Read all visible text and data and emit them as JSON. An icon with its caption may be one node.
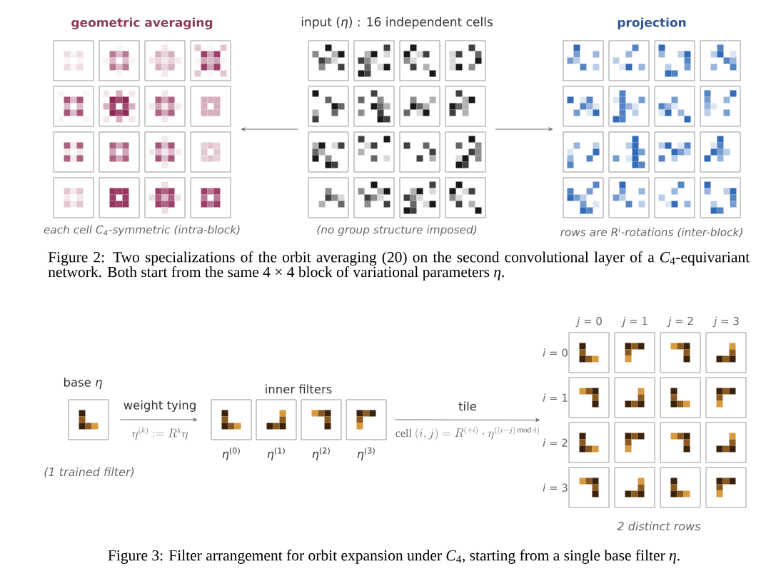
{
  "diagram": {
    "nodes": [
      {
        "text": [
          "geometric averaging"
        ],
        "beside": [
          "each cell *C*$_{4}$-symmetric (intra-block)"
        ]
      },
      {
        "text": [
          "input (*η*) : 16 independent cells"
        ],
        "beside": [
          "(no group structure imposed)"
        ]
      },
      {
        "text": [
          "projection"
        ],
        "beside": [
          "rows are *R*$^{i}$-rotations (inter-block)"
        ]
      },
      {
        "text": [
          "base *η*"
        ],
        "beside": [
          "(1 trained filter)"
        ]
      },
      {
        "text": [],
        "shape": "picture",
        "beside": [
          "*η*$^{(0)}$"
        ]
      },
      {
        "text": [],
        "shape": "picture",
        "beside": [
          "*η*$^{(1)}$"
        ]
      },
      {
        "text": [],
        "shape": "picture",
        "beside": [
          "*η*$^{(2)}$"
        ]
      },
      {
        "text": [],
        "shape": "picture",
        "beside": [
          "*η*$^{(3)}$"
        ]
      },
      {
        "text": [],
        "shape": "picture",
        "beside": [
          "*j* = 0",
          "*j* = 1",
          "*j* = 2",
          "*j* = 3",
          "*i* = 0",
          "*i* = 1",
          "*i* = 2",
          "*i* = 3",
          "2 distinct rows"
        ]
      }
    ],
    "edges": [
      {
        "from": 1,
        "to": 0,
        "arrow": "to"
      },
      {
        "from": 1,
        "to": 2,
        "arrow": "to"
      },
      {
        "from": 3,
        "to": 4,
        "arrow": "to",
        "label": "weight tying"
      },
      {
        "from": 7,
        "to": 8,
        "arrow": "to",
        "label": "tile"
      }
    ],
    "labels": [
      "Figure 2: Two specializations of the orbit averaging (20) on the second convolutional layer of a *C*$_{4}$-equivariant network. Both start from the same 4 × 4 block of variational parameters *η*.",
      "inner filters",
      "\\eta^{(k)} := R^{k}\\eta",
      "\\mathrm{cell}\\ (i,j) = R^{(+i)}\\cdot\\eta^{((i-j)\\,\\mathrm{mod}\\,4)}",
      "Figure 3: Filter arrangement for orbit expansion under *C*$_{4}$, starting from a single base filter *η*."
    ]
  }
}
